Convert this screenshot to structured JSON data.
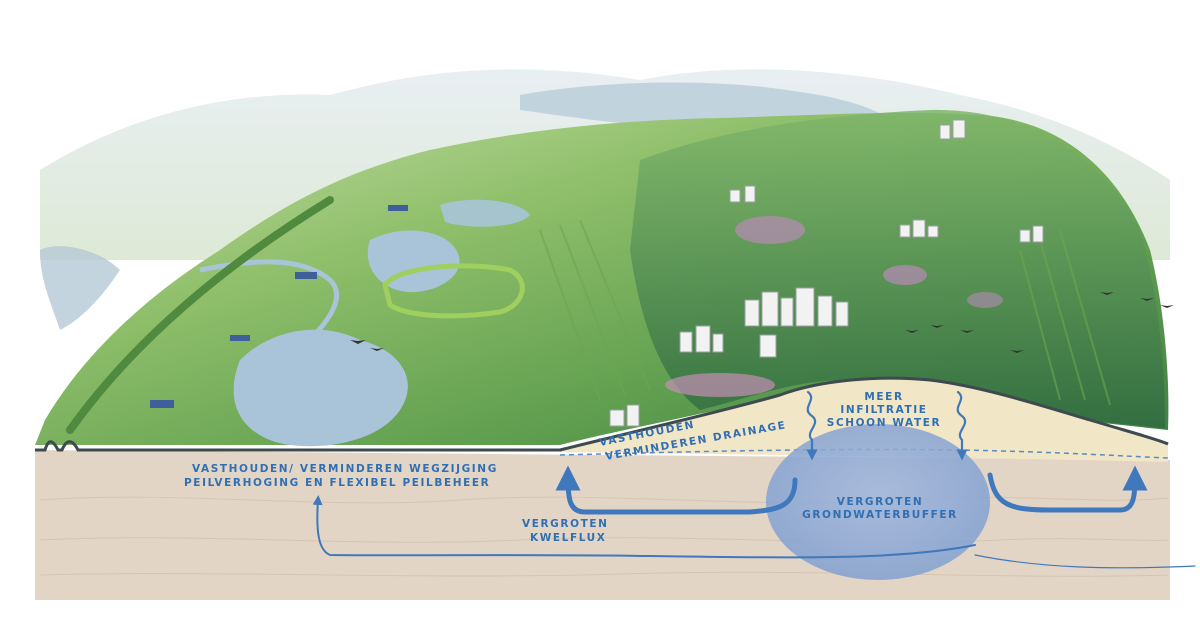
{
  "labels": {
    "left_line1": "VASTHOUDEN/ VERMINDEREN WEGZIJGING",
    "left_line2": "PEILVERHOGING EN FLEXIBEL PEILBEHEER",
    "mid_line1": "VASTHOUDEN",
    "mid_line2": "VERMINDEREN DRAINAGE",
    "seep_line1": "VERGROTEN",
    "seep_line2": "KWELFLUX",
    "ridge_line1": "MEER",
    "ridge_line2": "INFILTRATIE",
    "ridge_line3": "SCHOON WATER",
    "buffer_line1": "VERGROTEN",
    "buffer_line2": "GRONDWATERBUFFER"
  },
  "colors": {
    "label_blue": "#2f6fb3",
    "arrow_blue": "#3f78bc",
    "soil": "#e3d5c5",
    "sand": "#f1e6c6",
    "buffer": "#8fa9d6",
    "landscape_green": "#8fbf6a",
    "water": "#a9c4d8"
  }
}
